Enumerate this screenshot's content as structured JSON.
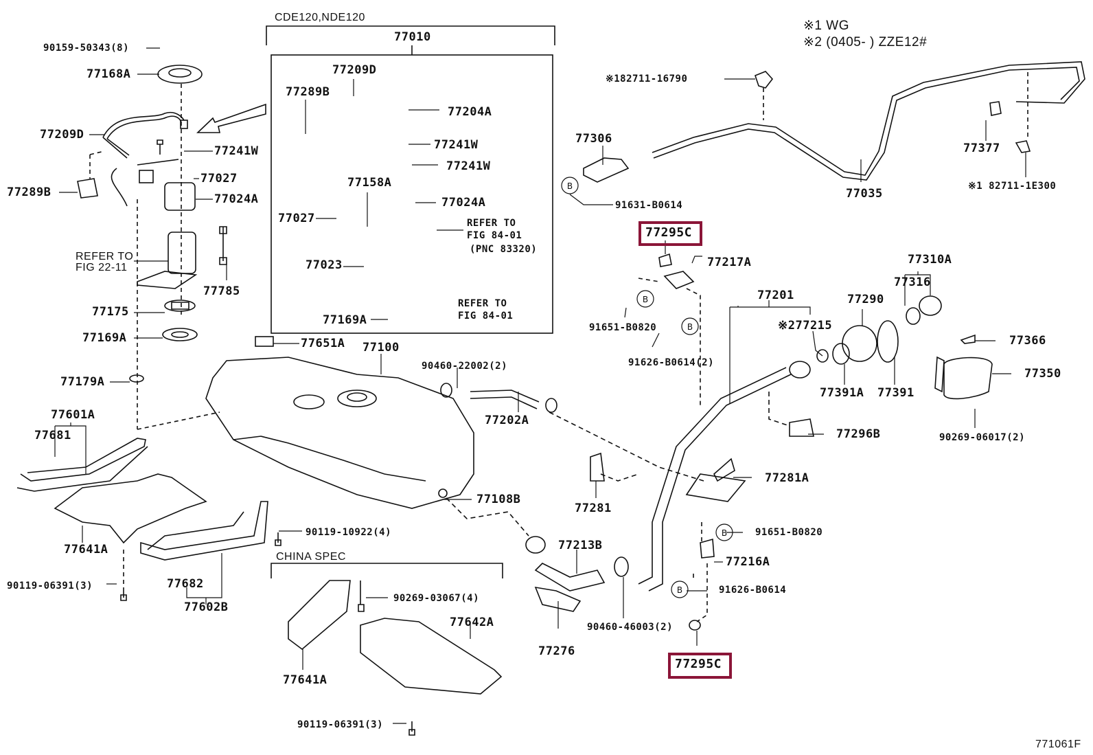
{
  "figure_id": "771061F",
  "highlight_color": "#8b1538",
  "notes": {
    "n1": "※1  WG",
    "n2": "※2  (0405-    ) ZZE12#"
  },
  "groups": {
    "pump_assembly_variant": "CDE120,NDE120",
    "pump_assembly_part": "77010",
    "china_spec": "CHINA SPEC"
  },
  "parts": {
    "p90159": "90159-50343(8)",
    "p77168A": "77168A",
    "p77209D_left": "77209D",
    "p77241W_left": "77241W",
    "p77027_left": "77027",
    "p77289B_left": "77289B",
    "p77024A_left": "77024A",
    "refer_2211_a": "REFER TO",
    "refer_2211_b": "FIG 22-11",
    "p77785": "77785",
    "p77175": "77175",
    "p77169A_left": "77169A",
    "p77179A": "77179A",
    "p77601A": "77601A",
    "p77681": "77681",
    "p77641A_left": "77641A",
    "p90119_06391_left": "90119-06391(3)",
    "p77682": "77682",
    "p77602B": "77602B",
    "p77209D_box": "77209D",
    "p77289B_box": "77289B",
    "p77204A": "77204A",
    "p77241W_box1": "77241W",
    "p77241W_box2": "77241W",
    "p77158A": "77158A",
    "p77024A_box": "77024A",
    "p77027_box": "77027",
    "refer_8401_a1": "REFER TO",
    "refer_8401_a2": "FIG 84-01",
    "refer_8401_a3": "(PNC 83320)",
    "p77023": "77023",
    "refer_8401_b1": "REFER TO",
    "refer_8401_b2": "FIG 84-01",
    "p77169A_box": "77169A",
    "p77651A": "77651A",
    "p77100": "77100",
    "p90460_22002": "90460-22002(2)",
    "p77202A": "77202A",
    "p77108B": "77108B",
    "p90119_10922": "90119-10922(4)",
    "p90269_03067": "90269-03067(4)",
    "p77642A": "77642A",
    "p77641A_china": "77641A",
    "p90119_06391_china": "90119-06391(3)",
    "p82711_16790": "※182711-16790",
    "p77306": "77306",
    "p91631": "91631-B0614",
    "p77035": "77035",
    "p77377": "77377",
    "p82711_1E300": "※1 82711-1E300",
    "p77295C_top": "77295C",
    "p77217A": "77217A",
    "p91651_top": "91651-B0820",
    "p91626_top": "91626-B0614(2)",
    "p77201": "77201",
    "p77215": "※277215",
    "p77290": "77290",
    "p77316": "77316",
    "p77310A": "77310A",
    "p77366": "77366",
    "p77350": "77350",
    "p77391A": "77391A",
    "p77391": "77391",
    "p77296B": "77296B",
    "p90269_06017": "90269-06017(2)",
    "p77281A": "77281A",
    "p77281": "77281",
    "p77213B": "77213B",
    "p77276": "77276",
    "p90460_46003": "90460-46003(2)",
    "p91651_bottom": "91651-B0820",
    "p77216A": "77216A",
    "p91626_bottom": "91626-B0614",
    "p77295C_bottom": "77295C",
    "bolt_symbol": "B"
  }
}
